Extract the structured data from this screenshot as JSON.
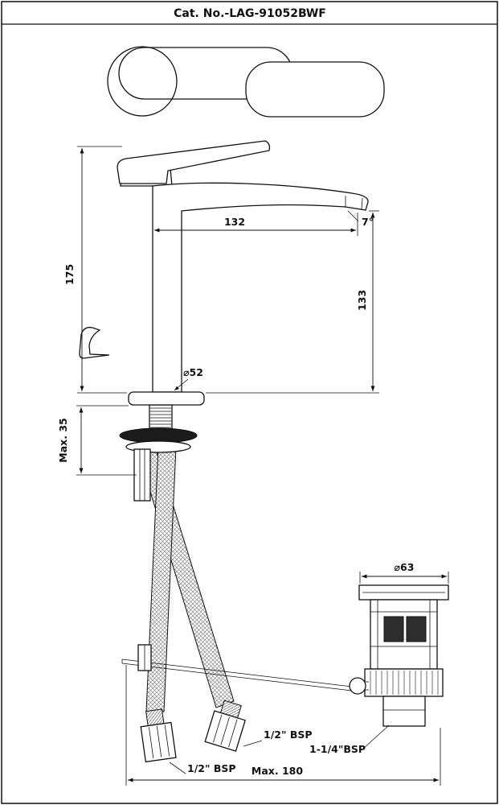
{
  "header": {
    "catalog_number": "Cat. No.-LAG-91052BWF"
  },
  "drawing": {
    "dimensions": {
      "spout_reach_mm": "132",
      "spout_angle": "7°",
      "overall_height_mm": "175",
      "spout_height_mm": "133",
      "body_diameter": "⌀52",
      "max_deck_thickness": "Max. 35",
      "waste_flange_diameter": "⌀63",
      "hose_thread_left": "1/2\" BSP",
      "hose_thread_right": "1/2\" BSP",
      "waste_thread": "1-1/4\"BSP",
      "max_installation_depth": "Max. 180"
    }
  }
}
